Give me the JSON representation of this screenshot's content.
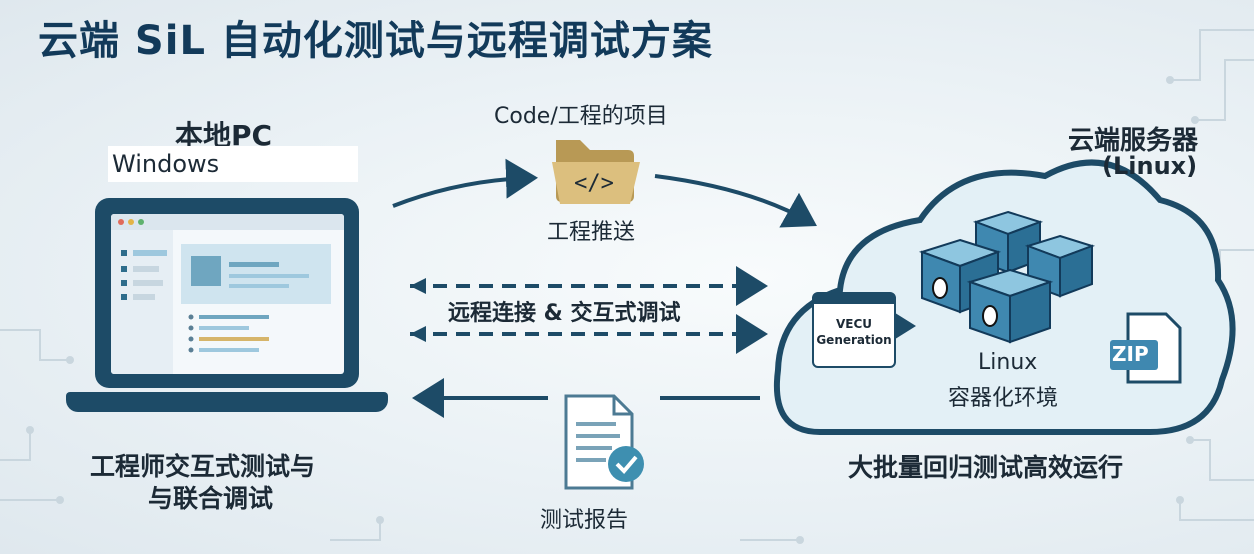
{
  "title": "云端 SiL 自动化测试与远程调试方案",
  "local": {
    "heading": "本地PC",
    "os": "Windows",
    "caption_line1": "工程师交互式测试与",
    "caption_line2": "与联合调试"
  },
  "server": {
    "heading": "云端服务器",
    "os": "(Linux)",
    "caption": "大批量回归测试高效运行",
    "vecu_line1": "VECU",
    "vecu_line2": "Generation",
    "container_line1": "Linux",
    "container_line2": "容器化环境",
    "zip_label": "ZIP"
  },
  "flow": {
    "project_label": "Code/工程的项目",
    "push_label": "工程推送",
    "bidirectional_label": "远程连接 & 交互式调试",
    "report_label": "测试报告"
  },
  "colors": {
    "primary": "#1d4b67",
    "title": "#123a5a",
    "folder": "#c9a864",
    "check": "#3e8fb0"
  }
}
